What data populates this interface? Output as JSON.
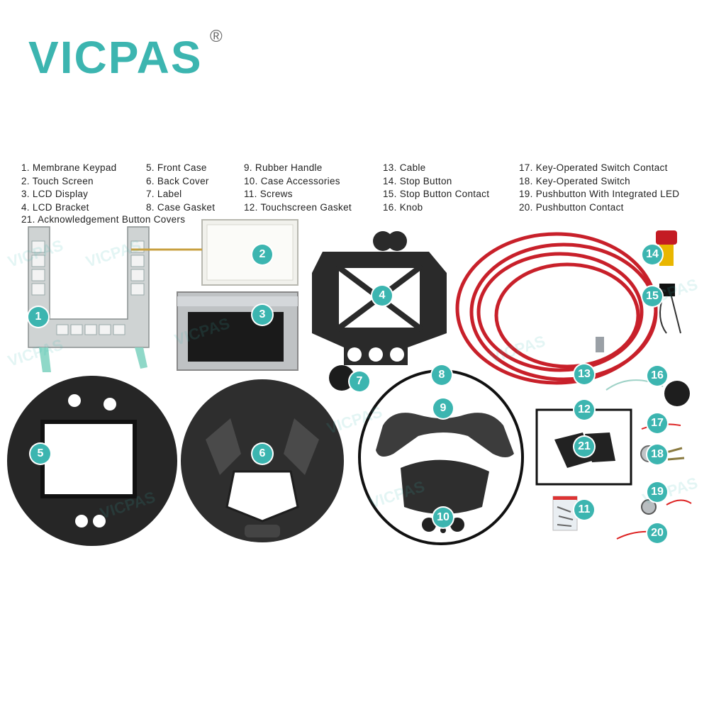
{
  "brand": {
    "name": "VICPAS",
    "registered": "®",
    "color": "#3cb5b0"
  },
  "legend": {
    "col1": [
      "1. Membrane Keypad",
      "2. Touch Screen",
      "3. LCD Display",
      "4. LCD Bracket"
    ],
    "col2": [
      "5. Front Case",
      "6. Back Cover",
      "7. Label",
      "8. Case Gasket"
    ],
    "col3": [
      "9. Rubber Handle",
      "10. Case Accessories",
      "11. Screws",
      "12. Touchscreen Gasket"
    ],
    "col4": [
      "13. Cable",
      "14. Stop Button",
      "15. Stop Button Contact",
      "16. Knob"
    ],
    "col5": [
      "17. Key-Operated Switch Contact",
      "18. Key-Operated Switch",
      "19. Pushbutton With Integrated LED",
      "20. Pushbutton Contact"
    ],
    "last": "21. Acknowledgement Button Covers"
  },
  "badges": [
    "1",
    "2",
    "3",
    "4",
    "5",
    "6",
    "7",
    "8",
    "9",
    "10",
    "11",
    "12",
    "13",
    "14",
    "15",
    "16",
    "17",
    "18",
    "19",
    "20",
    "21"
  ],
  "watermark": "VICPAS"
}
